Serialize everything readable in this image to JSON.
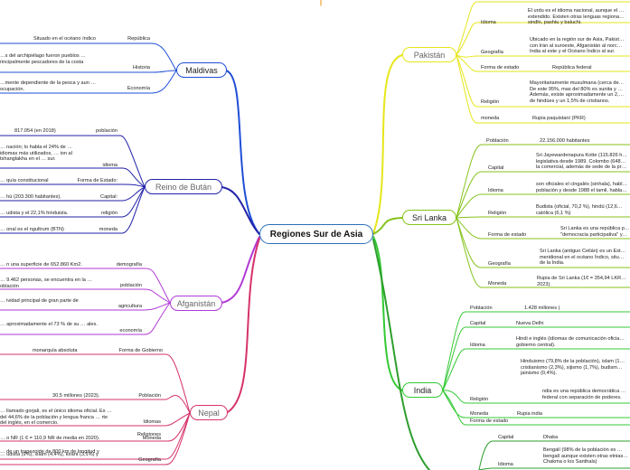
{
  "root": "Regiones Sur de Asia",
  "colors": {
    "maldivas": "#1f4fd6",
    "butan": "#2222aa",
    "afganistan": "#b23ad6",
    "nepal": "#d6336b",
    "pakistan": "#e6e61a",
    "srilanka": "#84c31a",
    "india": "#34c934",
    "bangladesh": "#2e9e2e",
    "root": "#2a6fb8",
    "top": "#f0a030"
  },
  "branches": {
    "maldivas": {
      "title": "Maldivas",
      "items": [
        {
          "label": "República",
          "value": "Situado en el océano índico"
        },
        {
          "label": "Historia",
          "value": "…s del archipiélago fueron pueblos … rincipalmente pescadores de la costa"
        },
        {
          "label": "Economía",
          "value": "…mente dependiente de la pesca y aun … ocupación."
        }
      ]
    },
    "butan": {
      "title": "Reino de Bután",
      "items": [
        {
          "label": "población",
          "value": "817.054 (en 2018)"
        },
        {
          "label": "idioma",
          "value": "… nación; lo habla el 24% de … idiomas más utilizados, … ion al tshanglakha en el … sur."
        },
        {
          "label": "Forma de Estado:",
          "value": "… quía constitucional"
        },
        {
          "label": "Capital:",
          "value": "… hú (203.300 habitantes)."
        },
        {
          "label": "religión",
          "value": "… udista y el 22,1% hinduista."
        },
        {
          "label": "moneda",
          "value": "… onal es el ngultrum (BTN)"
        }
      ]
    },
    "afganistan": {
      "title": "Afganistán",
      "items": [
        {
          "label": "demografía",
          "value": "… n una superficie de 652.860 Km2."
        },
        {
          "label": "población",
          "value": "… 9.462 personas, se encuentra en la … oblación"
        },
        {
          "label": "agricultura",
          "value": "… ividad principal de gran parte de"
        },
        {
          "label": "economía",
          "value": "… aproximadamente el 73 % de su … ales."
        }
      ]
    },
    "nepal": {
      "title": "Nepal",
      "items": [
        {
          "label": "Forma de Gobierno",
          "value": "monarquía absoluta"
        },
        {
          "label": "Población",
          "value": "30,5 millones (2023)."
        },
        {
          "label": "Idiomas",
          "value": "… llamado gorjali, es el único idioma oficial. Es … del 44,6% de la población y lengua franca … rte del inglés, en el comercio."
        },
        {
          "label": "Moneda",
          "value": "… o NR (1 € = 110,9 NR de media en 2020)."
        },
        {
          "label": "Religiones",
          "value": "… udista (9%), islam (4,4%), kirant (3,1%) y"
        },
        {
          "label": "Geografía",
          "value": "… de un trapezoide de 800 km de longitud y"
        }
      ]
    },
    "pakistan": {
      "title": "Pakistán",
      "items": [
        {
          "label": "Idioma",
          "value": "El urdu es el idioma nacional, aunque el … extendido. Existen otras lenguas regiona… sindhi, pashtu y baluchi."
        },
        {
          "label": "Geografía",
          "value": "Ubicado en la región sur de Asia, Pakist… con Irán al suroeste, Afganistán al norc… India al este y el Océano Índico al sur."
        },
        {
          "label": "Forma de estado",
          "value": "República federal"
        },
        {
          "label": "Religión",
          "value": "Mayoritariamente musulmana (cerca de… De este 95%, mas del 80% es sunita y … Además, existe aproximadamente un 2,… de hindúes y un 1,5% de cristianos."
        },
        {
          "label": "moneda",
          "value": "Rupia paquistaní (PKR)"
        }
      ]
    },
    "srilanka": {
      "title": "Sri Lanka",
      "items": [
        {
          "label": "Población",
          "value": "22.156.000 habitantes"
        },
        {
          "label": "Capital",
          "value": "Sri Jayewardenapura Kotte (115.826 h… legislativa desde 1989. Colombo (648… la comercial, además de sede de la pr…"
        },
        {
          "label": "Idioma",
          "value": "son oficiales el cingalés (sinhala), habl… población y desde 1988 el tamil, habla…"
        },
        {
          "label": "Religión",
          "value": "Budista (oficial, 70,2 %), hindú (12,6… católica (6,1 %)"
        },
        {
          "label": "Forma de estado",
          "value": "Sri Lanka es una república p… \"democracia participativa\" y…"
        },
        {
          "label": "Geografía",
          "value": "Sri Lanka (antiguo Ceilán) es un Est… meridional en el océano Índico, situ… de la India."
        },
        {
          "label": "Moneda",
          "value": "Rupia de Sri Lanka (1€ = 354,94 LKR… 2023)."
        }
      ]
    },
    "india": {
      "title": "India",
      "items": [
        {
          "label": "Población",
          "value": "1.428 millones ("
        },
        {
          "label": "Capital",
          "value": "Nueva Delhi"
        },
        {
          "label": "Idioma",
          "value": "Hindi e inglés (idiomas de comunicación oficia… gobierno central)."
        },
        {
          "label": "Religión",
          "value": "Hinduismo (79,8% de la población), islam (1… cristianismo (2,3%), sijismo (1,7%), budism… jainismo (0,4%)."
        },
        {
          "label": "Forma de estado",
          "value": "ndia es una república democrática … federal con separación de poderes."
        },
        {
          "label": "Moneda",
          "value": "Rupia india"
        }
      ]
    },
    "bangladesh": {
      "items": [
        {
          "label": "Capital",
          "value": "Dhaka"
        },
        {
          "label": "Idioma",
          "value": "Bengalí (98% de la población es … bengalí aunque existen otras etnias… Chakma o los Santhals)"
        }
      ]
    }
  }
}
